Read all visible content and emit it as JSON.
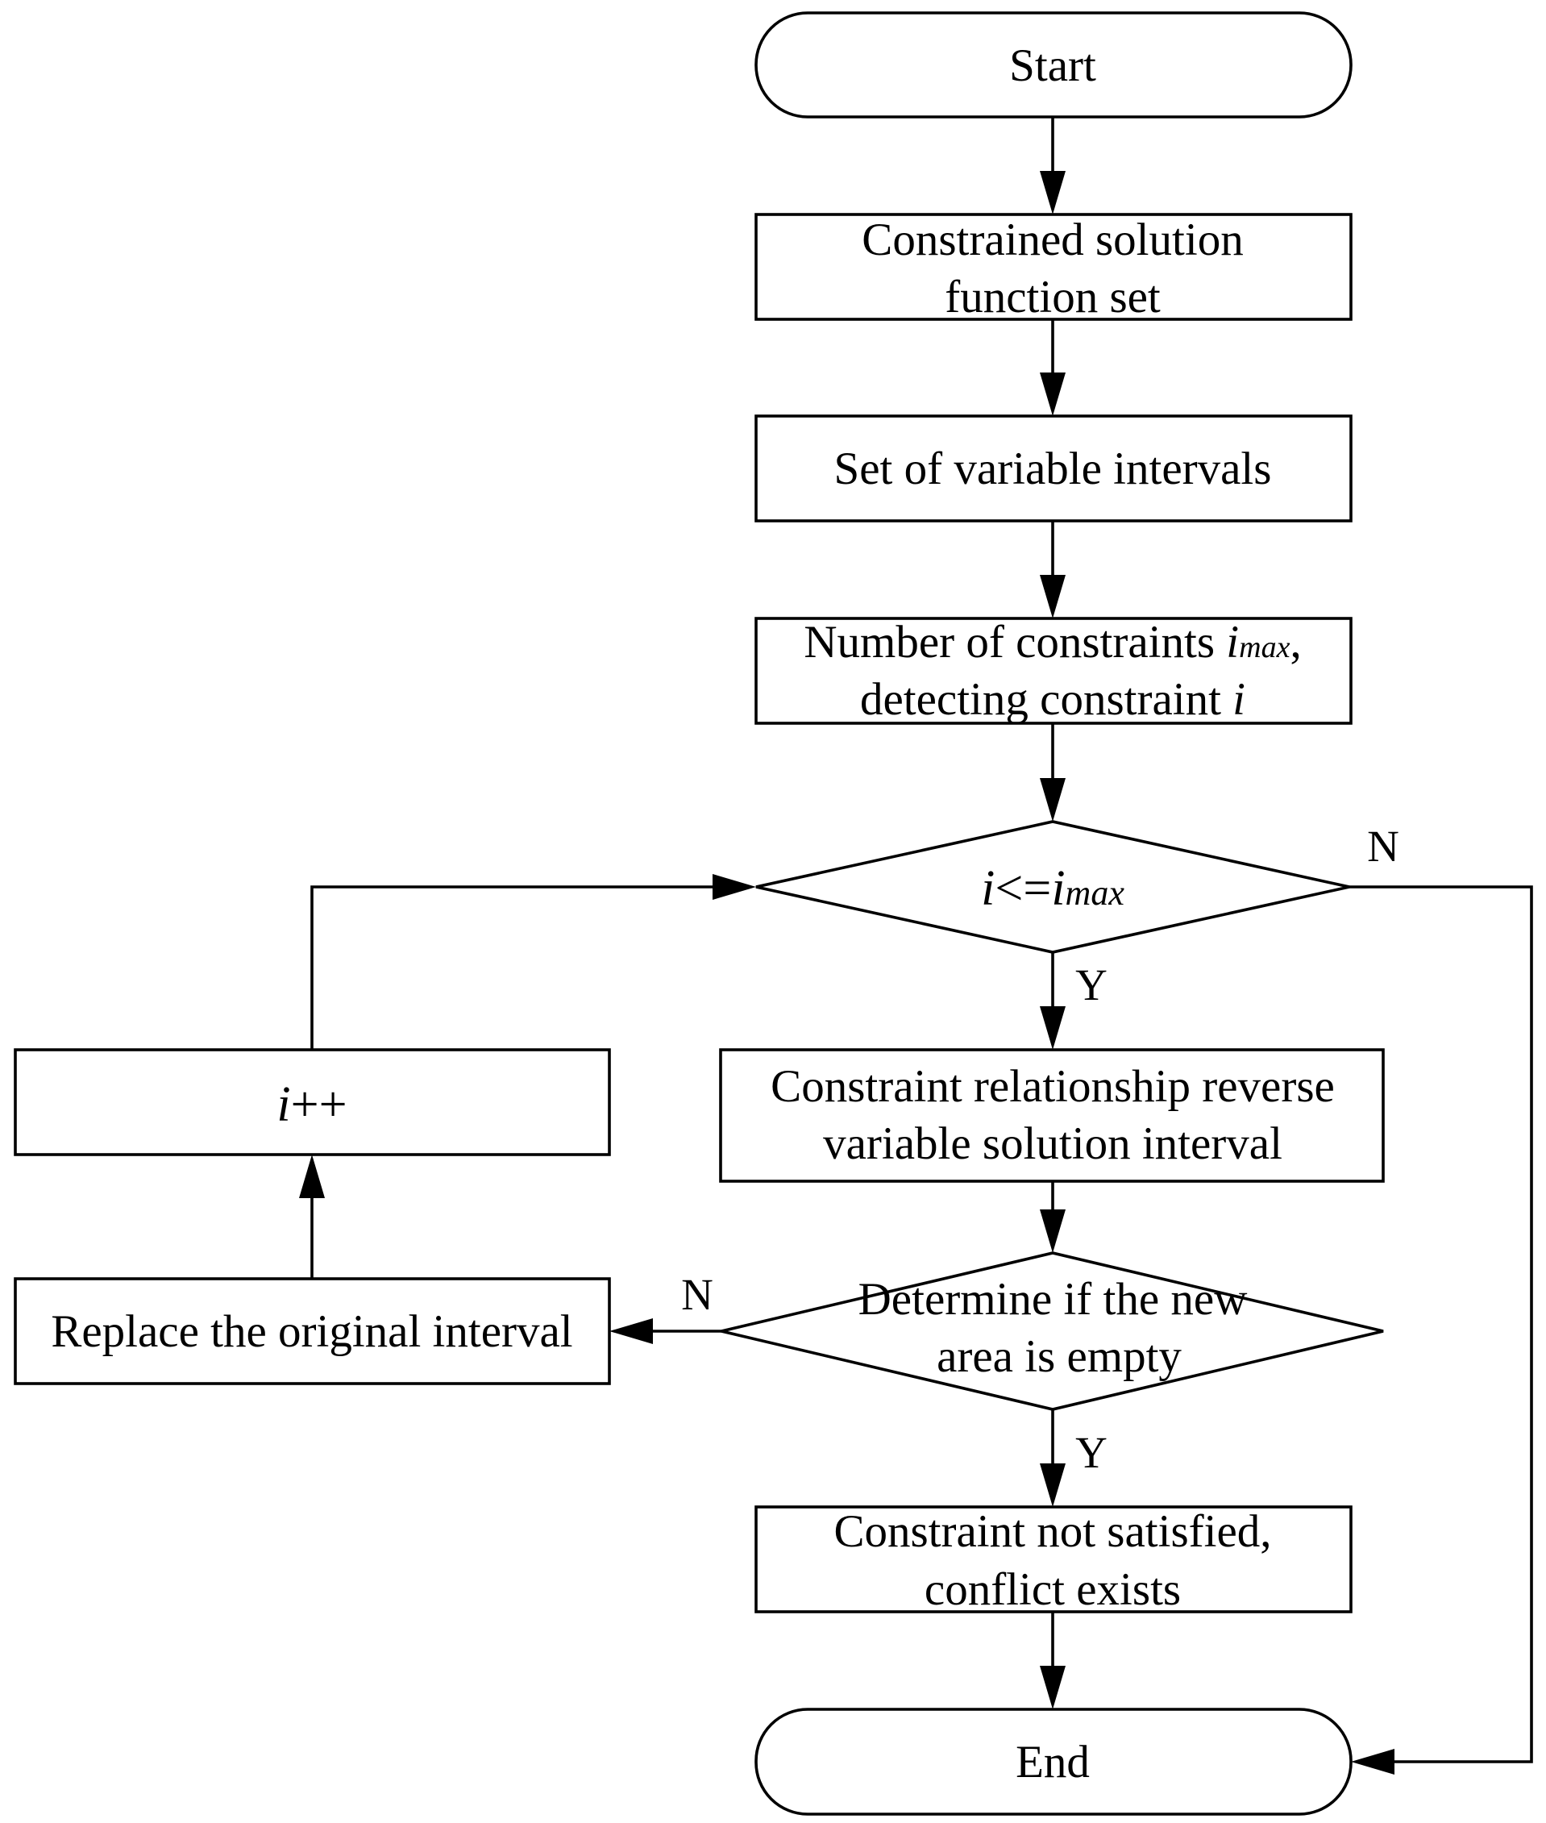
{
  "nodes": {
    "start": {
      "label": "Start"
    },
    "constrained_set": {
      "line1": "Constrained solution",
      "line2": "function set"
    },
    "variable_intervals": {
      "label": "Set of variable intervals"
    },
    "num_constraints": {
      "line1_prefix": "Number of constraints ",
      "line1_var": "i",
      "line1_sub": "max",
      "line1_suffix": ",",
      "line2_prefix": "detecting constraint ",
      "line2_var": "i"
    },
    "condition": {
      "var": "i",
      "op": "<=",
      "var2": "i",
      "sub": "max"
    },
    "reverse_solution": {
      "line1": "Constraint relationship reverse",
      "line2": "variable solution interval"
    },
    "empty_check": {
      "line1": "Determine if the new",
      "line2": "area is empty"
    },
    "not_satisfied": {
      "line1": "Constraint not satisfied,",
      "line2": "conflict exists"
    },
    "end": {
      "label": "End"
    },
    "increment": {
      "var": "i",
      "op": "++"
    },
    "replace": {
      "label": "Replace the original interval"
    }
  },
  "edge_labels": {
    "cond_no": "N",
    "cond_yes": "Y",
    "empty_no": "N",
    "empty_yes": "Y"
  }
}
